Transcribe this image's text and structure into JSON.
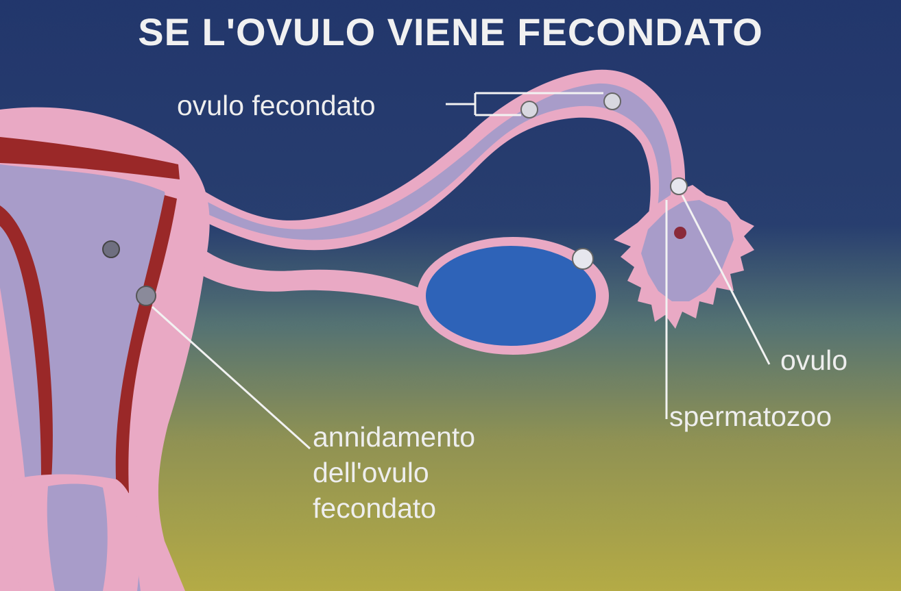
{
  "title": "SE L'OVULO VIENE FECONDATO",
  "labels": {
    "fertilized_egg": "ovulo fecondato",
    "egg": "ovulo",
    "sperm": "spermatozoo",
    "implantation": [
      "annidamento",
      "dell'ovulo",
      "fecondato"
    ]
  },
  "colors": {
    "background_top": "#142a63",
    "background_bottom": "#a8a23a",
    "uterus_tissue": "#e9a9c4",
    "cavity": "#a89cc9",
    "uterine_lining": "#9a2828",
    "ovary": "#2e63b8",
    "label_text": "#eeeeee"
  }
}
